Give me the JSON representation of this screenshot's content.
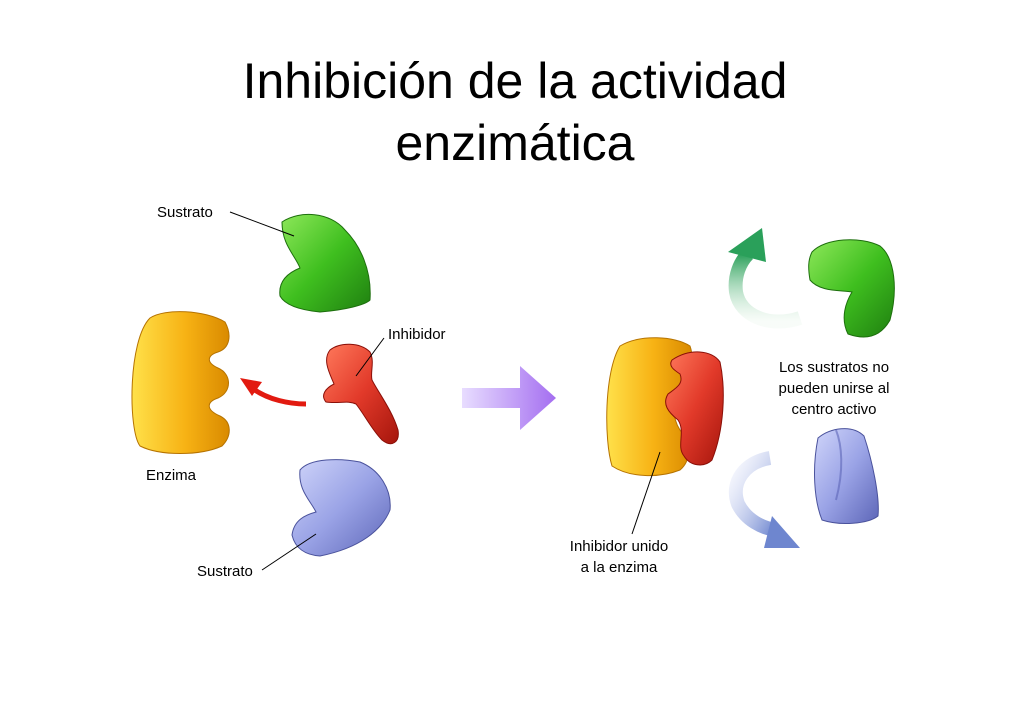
{
  "title": {
    "line1": "Inhibición de la actividad",
    "line2": "enzimática"
  },
  "labels": {
    "sustrato_top": "Sustrato",
    "inhibidor": "Inhibidor",
    "enzima": "Enzima",
    "sustrato_bottom": "Sustrato",
    "no_bind_line1": "Los sustratos no",
    "no_bind_line2": "pueden unirse al",
    "no_bind_line3": "centro activo",
    "bound_line1": "Inhibidor unido",
    "bound_line2": "a la enzima"
  },
  "colors": {
    "substrate_green": "#3fbf1f",
    "substrate_blue": "#9aa3e6",
    "inhibitor_red": "#e23a2a",
    "enzyme_yellow": "#f7b214",
    "arrow_purple": "#b58af0"
  }
}
